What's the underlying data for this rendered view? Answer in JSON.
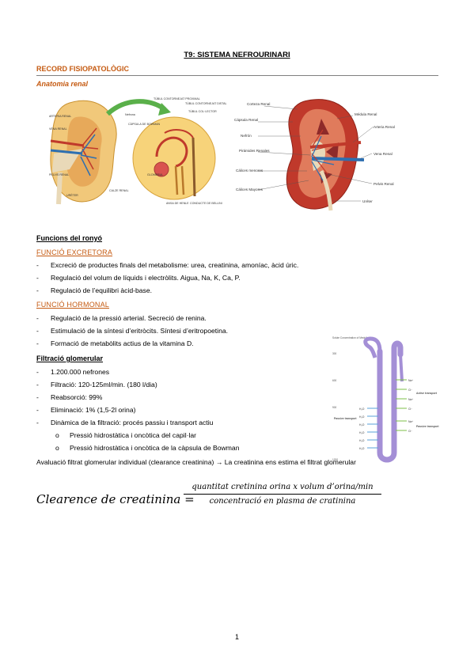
{
  "title": "T9: SISTEMA NEFROURINARI",
  "section": "RECORD FISIOPATOLÒGIC",
  "subsection": "Anatomia renal",
  "fig1": {
    "labels": {
      "arteria": "ARTERIA RENAL",
      "vena": "VENA RENAL",
      "pelvis": "PELVIS RENAL",
      "ureter": "URÈTER",
      "calze": "CALZE RENAL",
      "nefrona": "Nefrona",
      "tub_prox": "TÚBUL CONTORNEJAT PROXIMAL",
      "tub_distal": "TÚBUL CONTORNEJAT DISTAL",
      "tub_col": "TÚBUL COL·LECTOR",
      "capsula": "CÀPSULA DE BOWMAN",
      "glomerul": "GLOMERUL",
      "nansa": "ANSA DE HENLE",
      "conducte": "CONDUCTE DE BELLINI"
    }
  },
  "fig2": {
    "labels": {
      "corteza": "Corteza Renal",
      "capsula": "Cápsula Renal",
      "nefron": "Nefrón",
      "piramides": "Pirámides Renales",
      "calices_men": "Cálices menores",
      "calices_may": "Cálices Mayores",
      "medula": "Médula Renal",
      "arteria": "Arteria Renal",
      "vena": "Vena Renal",
      "pelvis": "Pelvis Renal",
      "ureter": "Uréter"
    }
  },
  "funcions_heading": "Funcions del ronyó",
  "excretora": {
    "heading": "FUNCIÓ EXCRETORA",
    "items": [
      "Excreció de productes finals del metabolisme: urea, creatinina, amoníac, àcid úric.",
      "Regulació del volum de líquids i electròlits. Aigua, Na, K, Ca, P.",
      "Regulació de l’equilibri àcid-base."
    ]
  },
  "hormonal": {
    "heading": "FUNCIÓ HORMONAL",
    "items": [
      "Regulació de la pressió arterial. Secreció de renina.",
      "Estimulació de la síntesi d’eritròcits. Síntesi d’eritropoetina.",
      "Formació de metabòlits actius de la vitamina D."
    ]
  },
  "filtracio": {
    "heading": "Filtració glomerular",
    "items": [
      "1.200.000 nefrones",
      "Filtració: 120-125ml/min. (180 l/dia)",
      "Reabsorció: 99%",
      "Eliminació: 1% (1,5-2l orina)",
      "Dinàmica de la filtració: procés passiu i transport actiu"
    ],
    "subitems": [
      "Pressió hidrostàtica i oncòtica del capil·lar",
      "Pressió hidrostàtica i oncòtica de la càpsula de Bowman"
    ]
  },
  "fig3": {
    "labels": {
      "header": "Solute Concentration of Medulla",
      "active": "Active transport",
      "passive": "Passive transport",
      "passive2": "Passive transport",
      "t300": "300",
      "t600": "600",
      "t900": "900",
      "t1200": "1200"
    }
  },
  "avaluacio": "Avaluació filtrat glomerular individual (clearance creatinina) → La creatinina ens estima el filtrat glomerular",
  "formula": {
    "lhs": "Clearence de creatinina =",
    "numerator": "quantitat cretinina orina x volum d’orina/min",
    "denominator": "concentració en plasma de cratinina"
  },
  "page_number": "1"
}
